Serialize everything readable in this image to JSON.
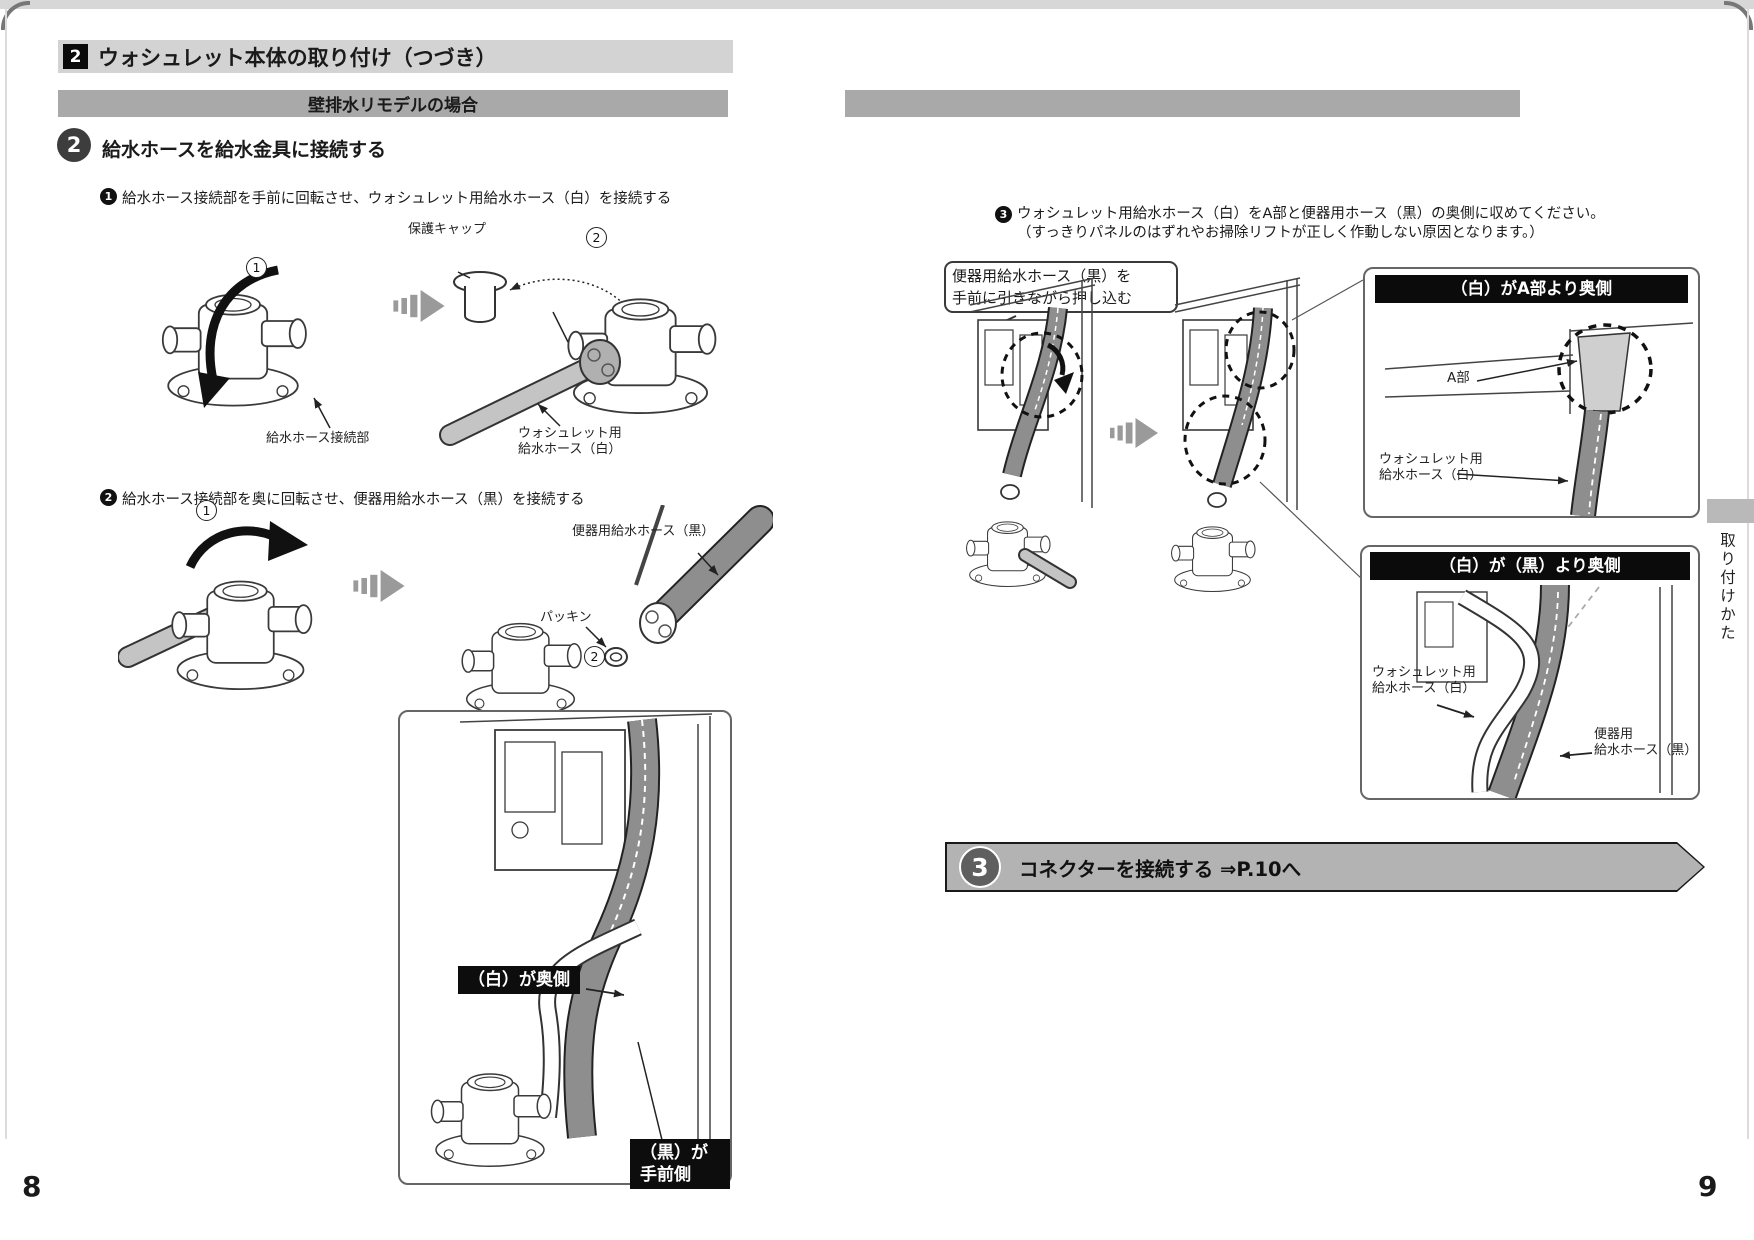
{
  "left_page": {
    "page_number": "8",
    "header": {
      "number": "2",
      "title": "ウォシュレット本体の取り付け（つづき）"
    },
    "subheader": "壁排水リモデルの場合",
    "step": {
      "number": "2",
      "title": "給水ホースを給水金具に接続する"
    },
    "substep1": {
      "marker": "1",
      "text": "給水ホース接続部を手前に回転させ、ウォシュレット用給水ホース（白）を接続する"
    },
    "substep2": {
      "marker": "2",
      "text": "給水ホース接続部を奥に回転させ、便器用給水ホース（黒）を接続する"
    },
    "diagram1": {
      "step_a": "1",
      "step_b": "2",
      "cap_label": "保護キャップ",
      "connector_label": "給水ホース接続部",
      "white_hose_label": "ウォシュレット用\n給水ホース（白）"
    },
    "diagram2": {
      "step_a": "1",
      "step_b": "2",
      "black_hose_label": "便器用給水ホース（黒）",
      "packing_label": "パッキン"
    },
    "result_box": {
      "white_back_label": "（白）が奥側",
      "black_front_label": "（黒）が手前側"
    }
  },
  "right_page": {
    "page_number": "9",
    "substep3": {
      "marker": "3",
      "line1": "ウォシュレット用給水ホース（白）をA部と便器用ホース（黒）の奥側に収めてください。",
      "line2": "（すっきりパネルのはずれやお掃除リフトが正しく作動しない原因となります。）"
    },
    "callout": "便器用給水ホース（黒）を\n手前に引きながら押し込む",
    "detail_box1": {
      "header": "（白）がA部より奥側",
      "a_label": "A部",
      "white_hose_label": "ウォシュレット用\n給水ホース（白）"
    },
    "detail_box2": {
      "header": "（白）が（黒）より奥側",
      "white_hose_label": "ウォシュレット用\n給水ホース（白）",
      "black_hose_label": "便器用\n給水ホース（黒）"
    },
    "step3_banner": {
      "number": "3",
      "text": "コネクターを接続する ⇒P.10へ"
    },
    "sidebar_tab_label": "取り付けかた"
  },
  "colors": {
    "header_bar": "#d3d3d3",
    "subheader_bar": "#a9a9a9",
    "banner_gray": "#b3b3b3",
    "hose_dark": "#8e8e8e",
    "hose_light": "#c4c4c4",
    "label_black": "#0d0d0d"
  }
}
